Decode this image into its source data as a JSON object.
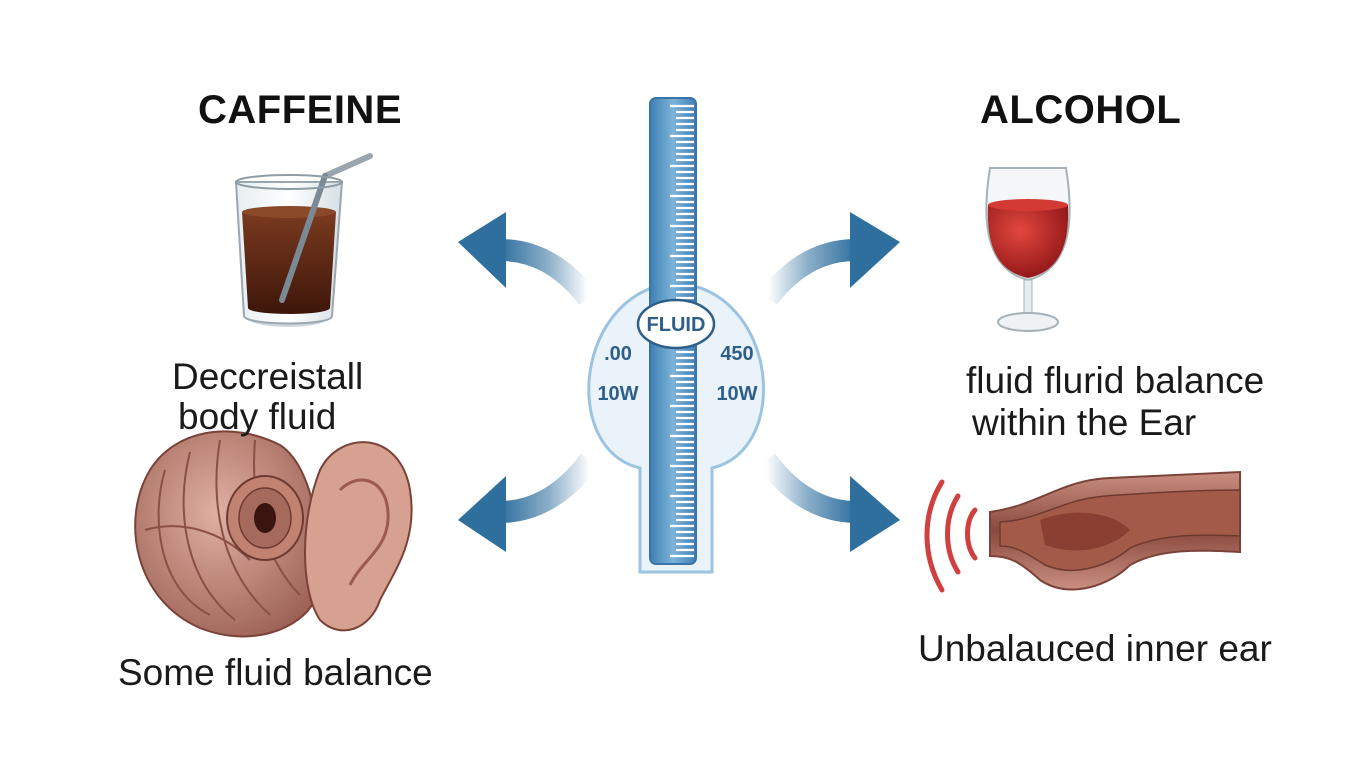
{
  "left": {
    "title": "CAFFEINE",
    "caption_line1": "Deccreistall",
    "caption_line2": "body fluid",
    "bottom_caption": "Some fluid balance"
  },
  "right": {
    "title": "ALCOHOL",
    "caption_line1": "fluid flurid balance",
    "caption_line2": "within the Ear",
    "bottom_caption": "Unbalauced inner ear"
  },
  "gauge": {
    "label": "FLUID",
    "left_top": ".00",
    "left_bottom": "10W",
    "right_top": "450",
    "right_bottom": "10W"
  },
  "colors": {
    "arrow_blue": "#2f6f9e",
    "gauge_blue": "#4f8fc0",
    "coffee": "#5a2512",
    "wine": "#c0282a",
    "ear_skin": "#c98f80",
    "sound_waves": "#d04040"
  },
  "icons": [
    "coffee-glass-icon",
    "wine-glass-icon",
    "inner-ear-icon",
    "ear-canal-icon",
    "fluid-gauge-icon"
  ]
}
